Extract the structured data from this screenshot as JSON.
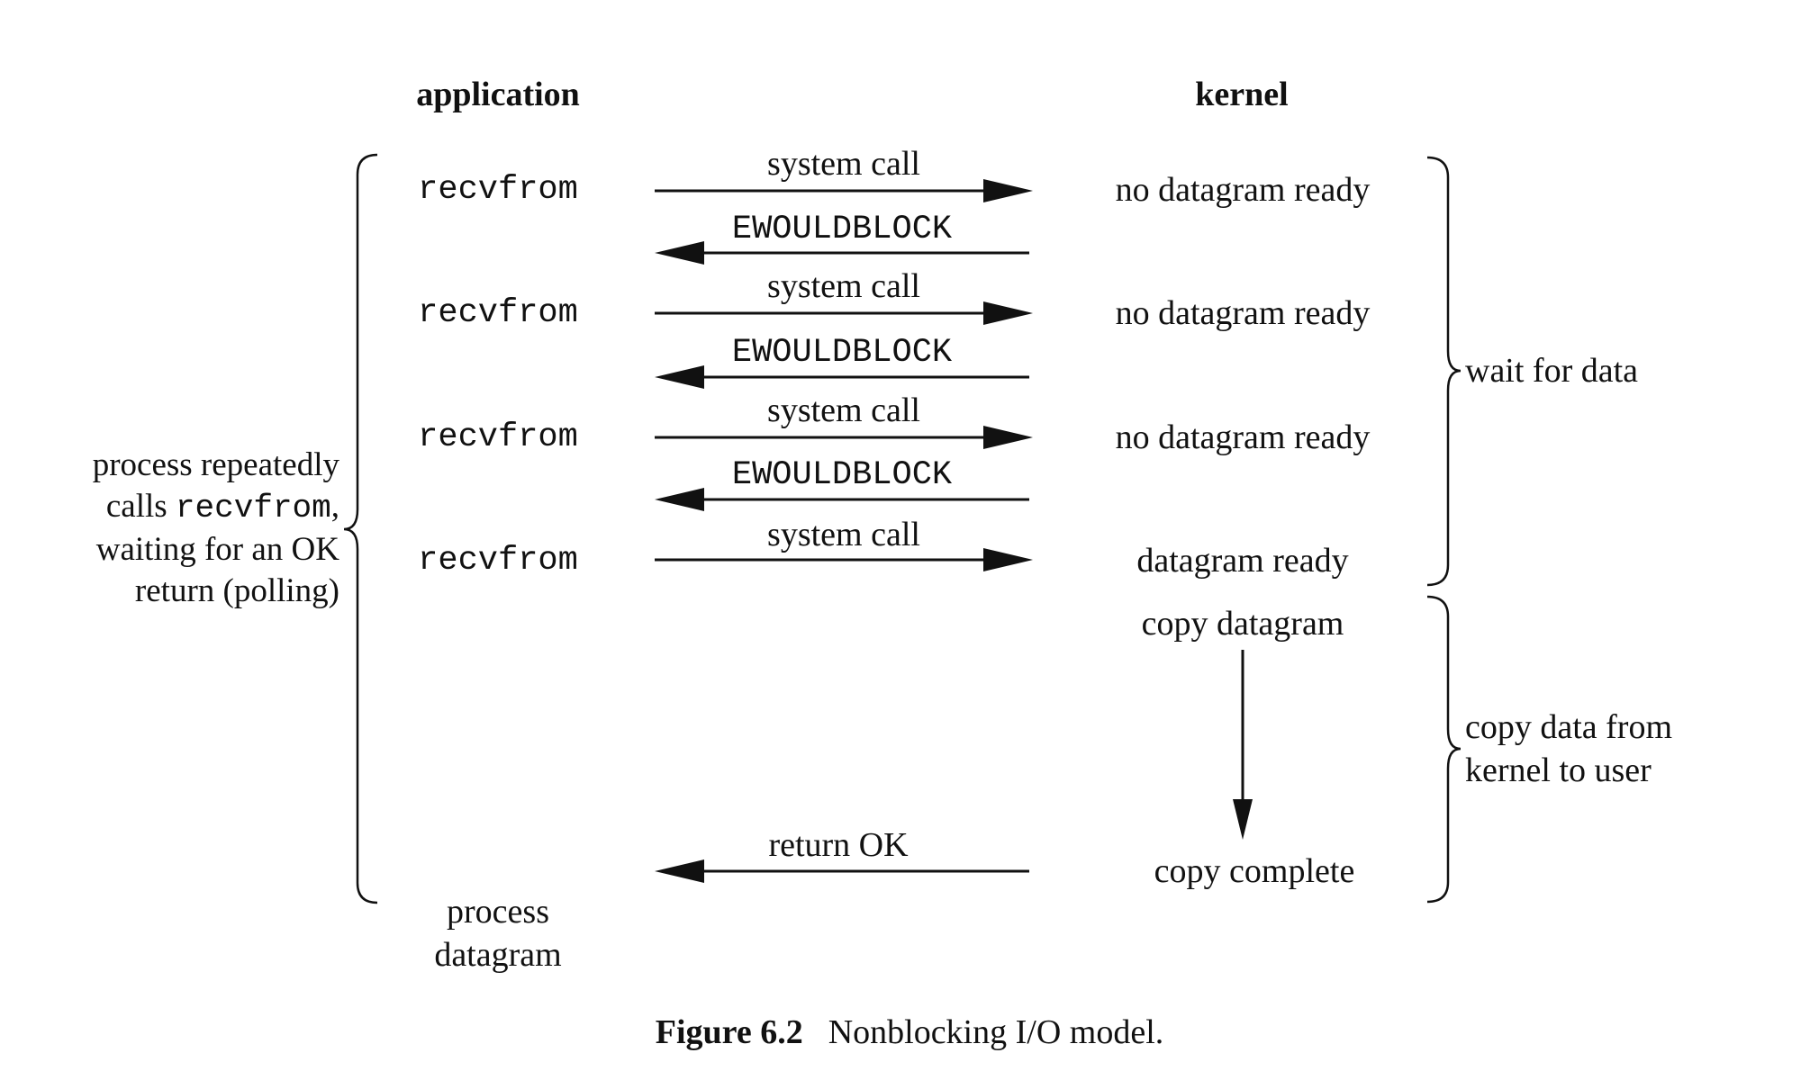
{
  "figure": {
    "columns": {
      "application": "application",
      "kernel": "kernel"
    },
    "rows": [
      {
        "app_call": "recvfrom",
        "syscall": "system call",
        "kernel_state": "no datagram ready",
        "error": "EWOULDBLOCK"
      },
      {
        "app_call": "recvfrom",
        "syscall": "system call",
        "kernel_state": "no datagram ready",
        "error": "EWOULDBLOCK"
      },
      {
        "app_call": "recvfrom",
        "syscall": "system call",
        "kernel_state": "no datagram ready",
        "error": "EWOULDBLOCK"
      },
      {
        "app_call": "recvfrom",
        "syscall": "system call",
        "kernel_state": "datagram ready"
      }
    ],
    "kernel_actions": {
      "copy_datagram": "copy datagram",
      "copy_complete": "copy complete"
    },
    "return_ok": "return OK",
    "app_final": {
      "line1": "process",
      "line2": "datagram"
    },
    "left_note": {
      "line1": "process repeatedly",
      "line2_prefix": "calls ",
      "line2_code": "recvfrom",
      "line2_suffix": ",",
      "line3": "waiting for an OK",
      "line4": "return (polling)"
    },
    "braces": {
      "wait_label": "wait for data",
      "copy_label_line1": "copy data from",
      "copy_label_line2": "kernel to user"
    },
    "caption": {
      "number": "Figure 6.2",
      "title": "Nonblocking I/O model."
    },
    "colors": {
      "ink": "#111111",
      "background": "#ffffff"
    }
  }
}
